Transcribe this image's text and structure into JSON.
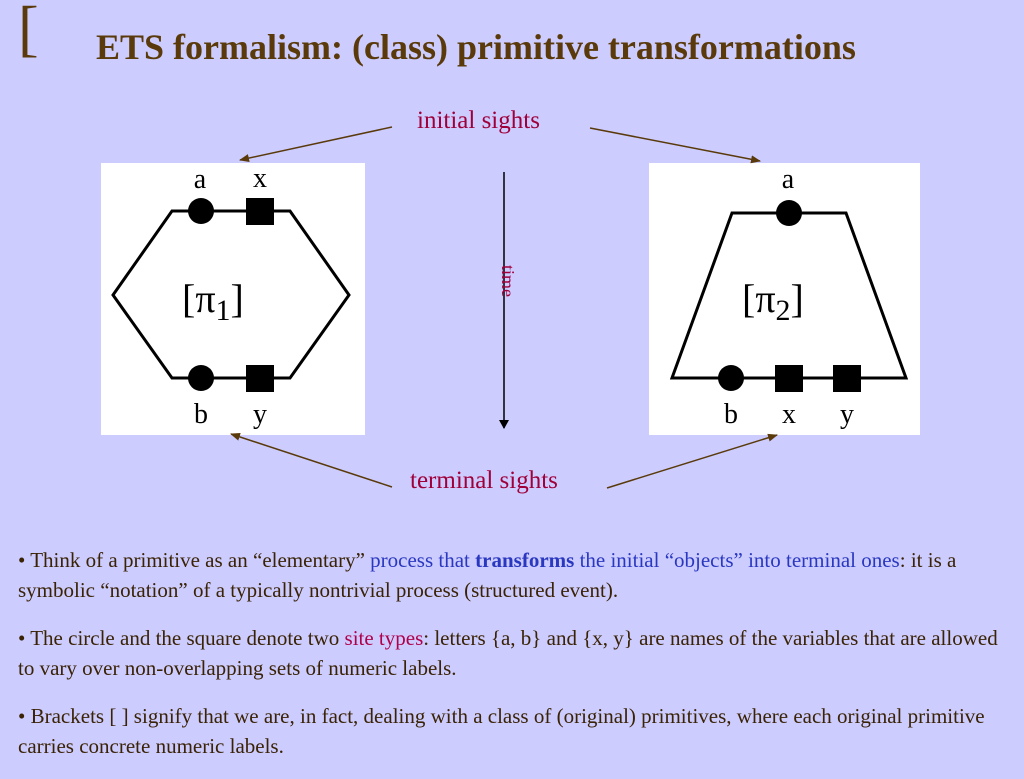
{
  "title": {
    "bracket": "[",
    "text": "ETS formalism: (class) primitive transformations"
  },
  "diagram": {
    "initial_label": "initial sights",
    "terminal_label": "terminal sights",
    "time_label": "time",
    "left": {
      "top_labels": [
        "a",
        "x"
      ],
      "bottom_labels": [
        "b",
        "y"
      ],
      "class_open": "[",
      "class_symbol": "π",
      "class_sub": "1",
      "class_close": "]"
    },
    "right": {
      "top_labels": [
        "a"
      ],
      "bottom_labels": [
        "b",
        "x",
        "y"
      ],
      "class_open": "[",
      "class_symbol": "π",
      "class_sub": "2",
      "class_close": "]"
    }
  },
  "bullets": [
    {
      "b1": "•  Think of a primitive as an  “elementary”  ",
      "b2": "process that ",
      "b3": "transforms",
      "b4": " the initial “objects”  into terminal ones",
      "b5": ": it is a symbolic “notation” of a typically nontrivial process (structured event)."
    },
    {
      "b1": "•  The circle and the square denote two ",
      "b2": "site types",
      "b3": ": letters {a, b} and {x, y} are names of the variables that are allowed to vary over non-overlapping sets of numeric labels."
    },
    {
      "b1": "•  Brackets [ ] signify that we are, in fact, dealing with a class of (original) primitives, where each original primitive carries concrete numeric labels."
    }
  ]
}
